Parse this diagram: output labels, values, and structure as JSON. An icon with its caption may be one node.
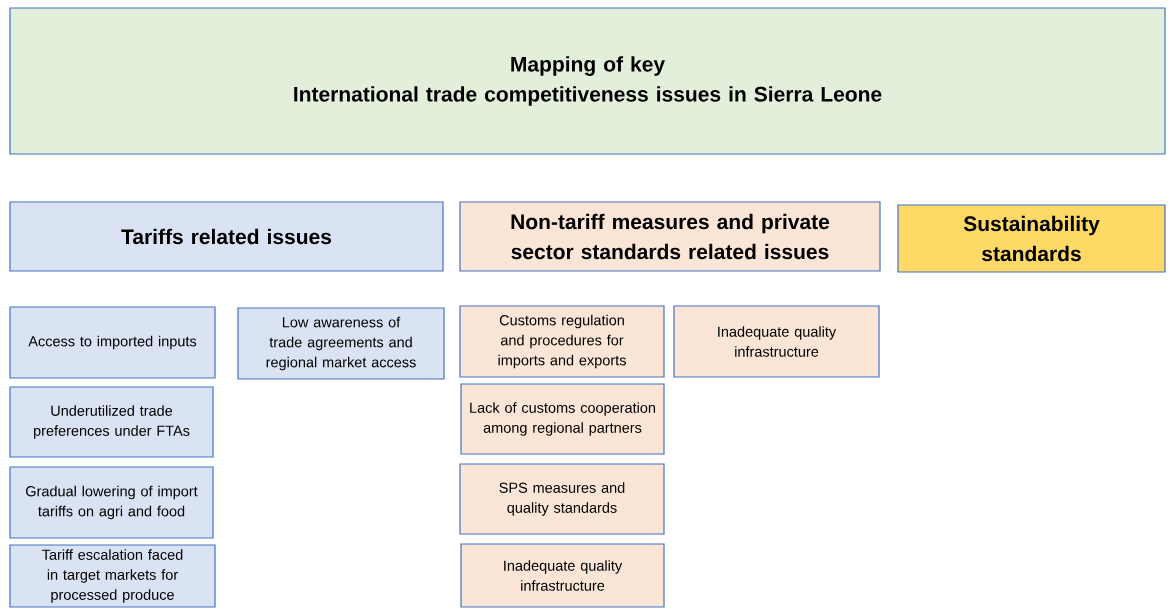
{
  "diagram": {
    "nodes": [
      {
        "text": [
          "Mapping of key",
          "International trade competitiveness issues in Sierra Leone"
        ]
      },
      {
        "text": [
          "Tariffs related issues"
        ]
      },
      {
        "text": [
          "Non-tariff measures and private sector standards related issues"
        ]
      },
      {
        "text": [
          "Sustainability standards"
        ]
      },
      {
        "text": [
          "Access to imported inputs"
        ]
      },
      {
        "text": [
          "Low awareness of trade agreements and regional market access"
        ]
      },
      {
        "text": [
          "Customs regulation and procedures for imports and exports"
        ]
      },
      {
        "text": [
          "Inadequate quality infrastructure"
        ]
      },
      {
        "text": [
          "Underutilized trade preferences under FTAs"
        ]
      },
      {
        "text": [
          "Lack of customs cooperation among regional partners"
        ]
      },
      {
        "text": [
          "Gradual lowering of import tariffs on agri and food"
        ]
      },
      {
        "text": [
          "SPS measures and quality standards"
        ]
      },
      {
        "text": [
          "Tariff escalation faced in target markets for processed produce"
        ]
      },
      {
        "text": [
          "Inadequate quality infrastructure"
        ]
      }
    ]
  }
}
